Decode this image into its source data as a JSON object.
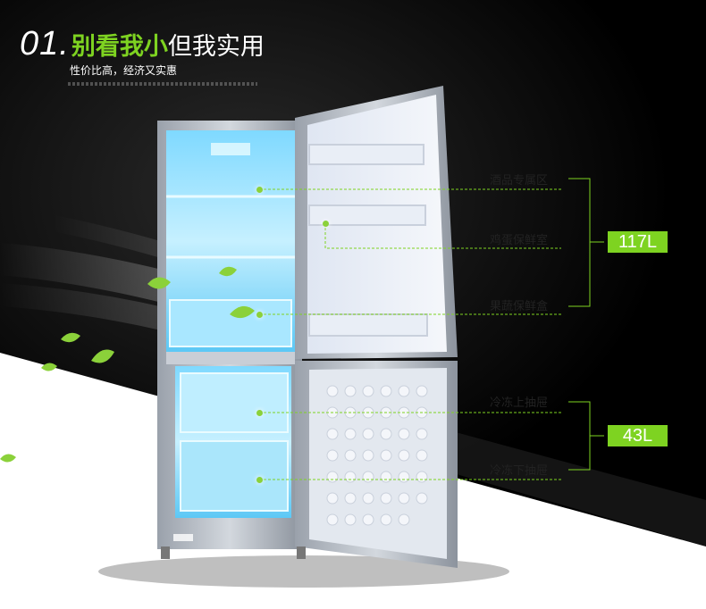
{
  "header": {
    "number": "01.",
    "headline_bold": "别看我小",
    "headline_rest": "但我实用",
    "subtitle": "性价比高，经济又实惠"
  },
  "labels": [
    "酒品专属区",
    "鸡蛋保鲜室",
    "果蔬保鲜盒",
    "冷冻上抽屉",
    "冷冻下抽屉"
  ],
  "capacities": {
    "fridge": "117L",
    "freezer": "43L"
  },
  "colors": {
    "accent": "#7ed321",
    "background": "#050505"
  },
  "icons": [
    "leaf-icon"
  ]
}
